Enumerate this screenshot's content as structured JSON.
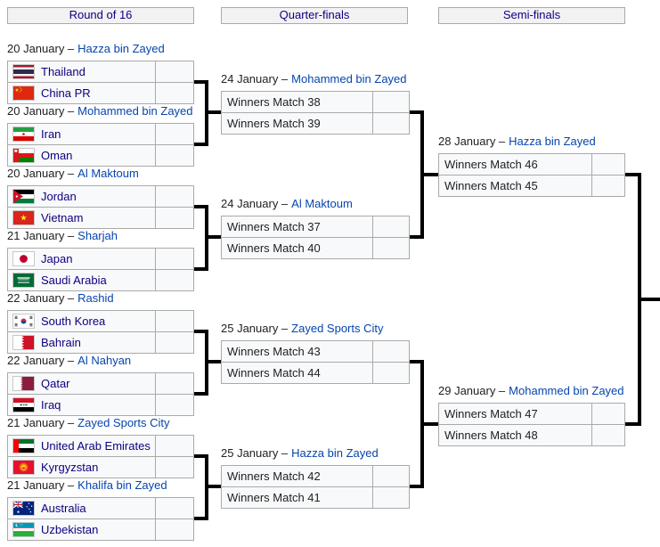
{
  "title": "Knockout stage bracket",
  "colors": {
    "venue_link": "#0645ad",
    "team_link": "#0b0080",
    "header_text": "#0b0080",
    "date_text": "#202122",
    "table_border": "#aaaaaa",
    "cell_bg": "#f8f9fa",
    "header_bg": "#f2f2f2",
    "connector": "#000000"
  },
  "headers": {
    "round_of_16": "Round of 16",
    "quarter_finals": "Quarter-finals",
    "semi_finals": "Semi-finals"
  },
  "round_of_16": {
    "matches": [
      {
        "date_label": "20 January –",
        "venue": "Hazza bin Zayed",
        "teams": [
          {
            "name": "Thailand",
            "flag": "thailand",
            "score": ""
          },
          {
            "name": "China PR",
            "flag": "china",
            "score": ""
          }
        ]
      },
      {
        "date_label": "20 January –",
        "venue": "Mohammed bin Zayed",
        "teams": [
          {
            "name": "Iran",
            "flag": "iran",
            "score": ""
          },
          {
            "name": "Oman",
            "flag": "oman",
            "score": ""
          }
        ]
      },
      {
        "date_label": "20 January –",
        "venue": "Al Maktoum",
        "teams": [
          {
            "name": "Jordan",
            "flag": "jordan",
            "score": ""
          },
          {
            "name": "Vietnam",
            "flag": "vietnam",
            "score": ""
          }
        ]
      },
      {
        "date_label": "21 January –",
        "venue": "Sharjah",
        "teams": [
          {
            "name": "Japan",
            "flag": "japan",
            "score": ""
          },
          {
            "name": "Saudi Arabia",
            "flag": "saudi-arabia",
            "score": ""
          }
        ]
      },
      {
        "date_label": "22 January –",
        "venue": "Rashid",
        "teams": [
          {
            "name": "South Korea",
            "flag": "south-korea",
            "score": ""
          },
          {
            "name": "Bahrain",
            "flag": "bahrain",
            "score": ""
          }
        ]
      },
      {
        "date_label": "22 January –",
        "venue": "Al Nahyan",
        "teams": [
          {
            "name": "Qatar",
            "flag": "qatar",
            "score": ""
          },
          {
            "name": "Iraq",
            "flag": "iraq",
            "score": ""
          }
        ]
      },
      {
        "date_label": "21 January –",
        "venue": "Zayed Sports City",
        "teams": [
          {
            "name": "United Arab Emirates",
            "flag": "united-arab-emirates",
            "score": ""
          },
          {
            "name": "Kyrgyzstan",
            "flag": "kyrgyzstan",
            "score": ""
          }
        ]
      },
      {
        "date_label": "21 January –",
        "venue": "Khalifa bin Zayed",
        "teams": [
          {
            "name": "Australia",
            "flag": "australia",
            "score": ""
          },
          {
            "name": "Uzbekistan",
            "flag": "uzbekistan",
            "score": ""
          }
        ]
      }
    ]
  },
  "quarter_finals": {
    "matches": [
      {
        "date_label": "24 January –",
        "venue": "Mohammed bin Zayed",
        "teams": [
          {
            "name": "Winners Match 38",
            "score": ""
          },
          {
            "name": "Winners Match 39",
            "score": ""
          }
        ]
      },
      {
        "date_label": "24 January –",
        "venue": "Al Maktoum",
        "teams": [
          {
            "name": "Winners Match 37",
            "score": ""
          },
          {
            "name": "Winners Match 40",
            "score": ""
          }
        ]
      },
      {
        "date_label": "25 January –",
        "venue": "Zayed Sports City",
        "teams": [
          {
            "name": "Winners Match 43",
            "score": ""
          },
          {
            "name": "Winners Match 44",
            "score": ""
          }
        ]
      },
      {
        "date_label": "25 January –",
        "venue": "Hazza bin Zayed",
        "teams": [
          {
            "name": "Winners Match 42",
            "score": ""
          },
          {
            "name": "Winners Match 41",
            "score": ""
          }
        ]
      }
    ]
  },
  "semi_finals": {
    "matches": [
      {
        "date_label": "28 January –",
        "venue": "Hazza bin Zayed",
        "teams": [
          {
            "name": "Winners Match 46",
            "score": ""
          },
          {
            "name": "Winners Match 45",
            "score": ""
          }
        ]
      },
      {
        "date_label": "29 January –",
        "venue": "Mohammed bin Zayed",
        "teams": [
          {
            "name": "Winners Match 47",
            "score": ""
          },
          {
            "name": "Winners Match 48",
            "score": ""
          }
        ]
      }
    ]
  }
}
